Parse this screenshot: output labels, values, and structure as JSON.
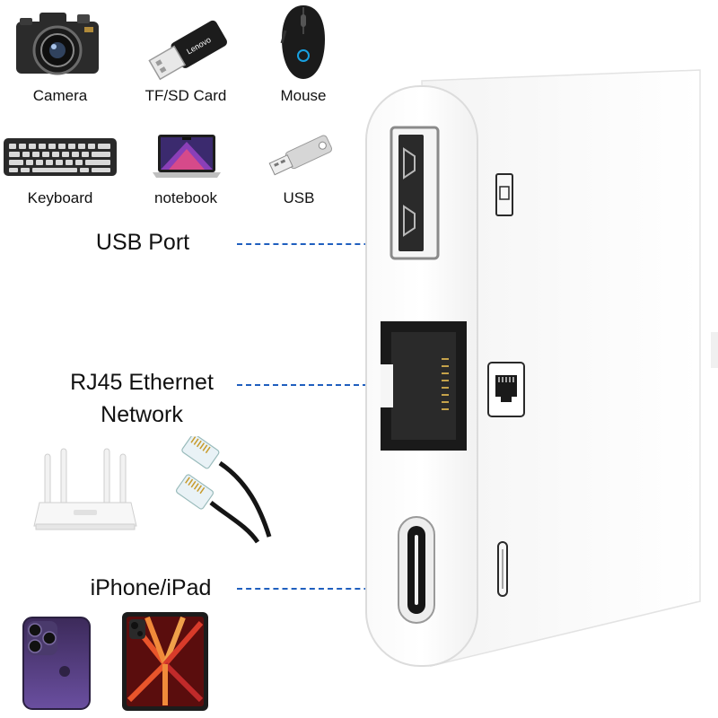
{
  "devices": {
    "camera": "Camera",
    "tfsd": "TF/SD Card",
    "mouse": "Mouse",
    "keyboard": "Keyboard",
    "notebook": "notebook",
    "usb": "USB"
  },
  "ports": {
    "usb_port": "USB Port",
    "rj45_line1": "RJ45 Ethernet",
    "rj45_line2": "Network",
    "lightning": "iPhone/iPad"
  },
  "card_reader_brand": "Lenovo",
  "colors": {
    "dash": "#1f5fbf",
    "adapter_body": "#ffffff"
  }
}
